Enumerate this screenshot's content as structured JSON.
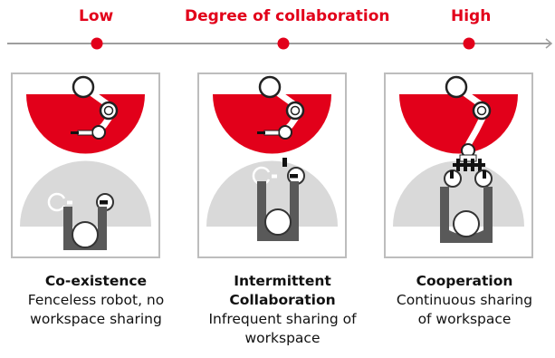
{
  "scale": {
    "low_label": "Low",
    "title": "Degree of collaboration",
    "high_label": "High"
  },
  "stages": [
    {
      "title_lines": [
        "Co-existence"
      ],
      "description_lines": [
        "Fenceless robot, no",
        "workspace sharing"
      ]
    },
    {
      "title_lines": [
        "Intermittent",
        "Collaboration"
      ],
      "description_lines": [
        "Infrequent sharing of",
        "workspace"
      ]
    },
    {
      "title_lines": [
        "Cooperation"
      ],
      "description_lines": [
        "Continuous sharing",
        "of workspace"
      ]
    }
  ],
  "colors": {
    "accent_red": "#e2001a",
    "axis_gray": "#9e9e9e",
    "human_zone_gray": "#d9d9d9",
    "human_dark_gray": "#595959"
  }
}
